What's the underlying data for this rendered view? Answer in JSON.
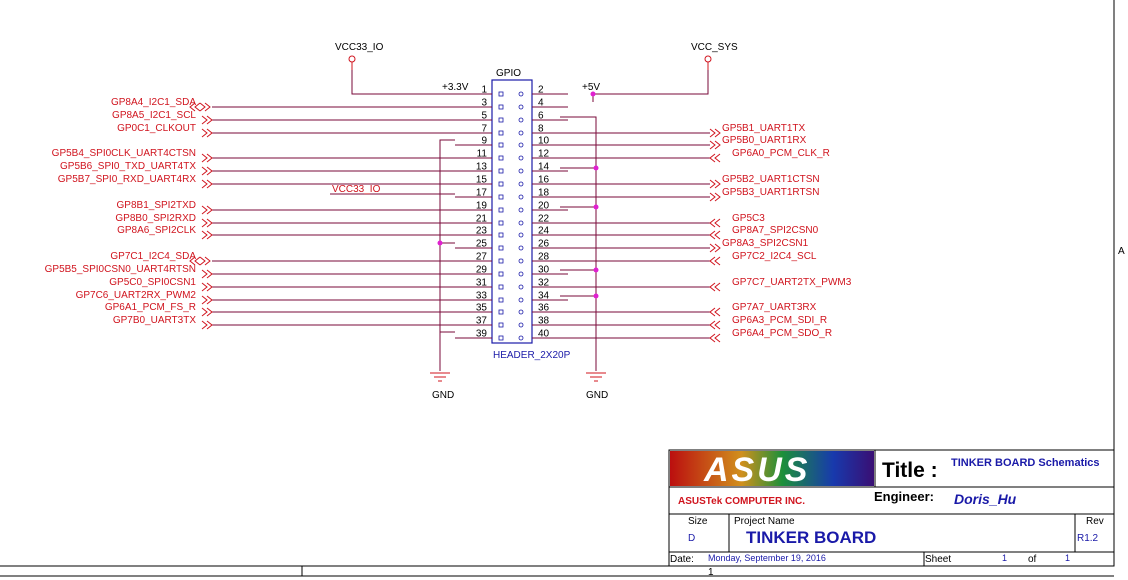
{
  "colors": {
    "wire": "#7a0a3a",
    "net_label": "#d0141e",
    "junction": "#e020d0",
    "border": "#000000",
    "title_blue": "#1a1aa8",
    "logo_bg": "#000000"
  },
  "component": {
    "name": "GPIO",
    "footprint": "HEADER_2X20P"
  },
  "power": {
    "vcc_io": "VCC33_IO",
    "vcc_sys": "VCC_SYS",
    "left_rail": "+3.3V",
    "right_rail": "+5V",
    "gnd_left": "GND",
    "gnd_right": "GND",
    "pin17_label": "VCC33_IO"
  },
  "left_pins": [
    {
      "pin": "1",
      "net": "",
      "conn": "vcc"
    },
    {
      "pin": "3",
      "net": "GP8A4_I2C1_SDA",
      "conn": "bidir"
    },
    {
      "pin": "5",
      "net": "GP8A5_I2C1_SCL",
      "conn": "in"
    },
    {
      "pin": "7",
      "net": "GP0C1_CLKOUT",
      "conn": "in"
    },
    {
      "pin": "9",
      "net": "",
      "conn": "gnd"
    },
    {
      "pin": "11",
      "net": "GP5B4_SPI0CLK_UART4CTSN",
      "conn": "in"
    },
    {
      "pin": "13",
      "net": "GP5B6_SPI0_TXD_UART4TX",
      "conn": "in"
    },
    {
      "pin": "15",
      "net": "GP5B7_SPI0_RXD_UART4RX",
      "conn": "in"
    },
    {
      "pin": "17",
      "net": "",
      "conn": "label"
    },
    {
      "pin": "19",
      "net": "GP8B1_SPI2TXD",
      "conn": "in"
    },
    {
      "pin": "21",
      "net": "GP8B0_SPI2RXD",
      "conn": "in"
    },
    {
      "pin": "23",
      "net": "GP8A6_SPI2CLK",
      "conn": "in"
    },
    {
      "pin": "25",
      "net": "",
      "conn": "gnd"
    },
    {
      "pin": "27",
      "net": "GP7C1_I2C4_SDA",
      "conn": "bidir"
    },
    {
      "pin": "29",
      "net": "GP5B5_SPI0CSN0_UART4RTSN",
      "conn": "in"
    },
    {
      "pin": "31",
      "net": "GP5C0_SPI0CSN1",
      "conn": "in"
    },
    {
      "pin": "33",
      "net": "GP7C6_UART2RX_PWM2",
      "conn": "in"
    },
    {
      "pin": "35",
      "net": "GP6A1_PCM_FS_R",
      "conn": "in"
    },
    {
      "pin": "37",
      "net": "GP7B0_UART3TX",
      "conn": "in"
    },
    {
      "pin": "39",
      "net": "",
      "conn": "gnd"
    }
  ],
  "right_pins": [
    {
      "pin": "2",
      "net": "",
      "conn": "vcc"
    },
    {
      "pin": "4",
      "net": "",
      "conn": "vcc"
    },
    {
      "pin": "6",
      "net": "",
      "conn": "gnd"
    },
    {
      "pin": "8",
      "net": "GP5B1_UART1TX",
      "conn": "out"
    },
    {
      "pin": "10",
      "net": "GP5B0_UART1RX",
      "conn": "out"
    },
    {
      "pin": "12",
      "net": "GP6A0_PCM_CLK_R",
      "conn": "in"
    },
    {
      "pin": "14",
      "net": "",
      "conn": "gnd"
    },
    {
      "pin": "16",
      "net": "GP5B2_UART1CTSN",
      "conn": "out"
    },
    {
      "pin": "18",
      "net": "GP5B3_UART1RTSN",
      "conn": "out"
    },
    {
      "pin": "20",
      "net": "",
      "conn": "gnd"
    },
    {
      "pin": "22",
      "net": "GP5C3",
      "conn": "in"
    },
    {
      "pin": "24",
      "net": "GP8A7_SPI2CSN0",
      "conn": "in"
    },
    {
      "pin": "26",
      "net": "GP8A3_SPI2CSN1",
      "conn": "out"
    },
    {
      "pin": "28",
      "net": "GP7C2_I2C4_SCL",
      "conn": "in"
    },
    {
      "pin": "30",
      "net": "",
      "conn": "gnd"
    },
    {
      "pin": "32",
      "net": "GP7C7_UART2TX_PWM3",
      "conn": "in"
    },
    {
      "pin": "34",
      "net": "",
      "conn": "gnd"
    },
    {
      "pin": "36",
      "net": "GP7A7_UART3RX",
      "conn": "in"
    },
    {
      "pin": "38",
      "net": "GP6A3_PCM_SDI_R",
      "conn": "in"
    },
    {
      "pin": "40",
      "net": "GP6A4_PCM_SDO_R",
      "conn": "in"
    }
  ],
  "border": {
    "zone_letter": "A",
    "column_number": "1"
  },
  "title_block": {
    "logo_text": "ASUS",
    "title_label": "Title :",
    "title_value": "TINKER BOARD Schematics",
    "company": "ASUSTek COMPUTER INC.",
    "engineer_label": "Engineer:",
    "engineer_value": "Doris_Hu",
    "size_label": "Size",
    "size_value": "D",
    "project_label": "Project Name",
    "project_value": "TINKER BOARD",
    "rev_label": "Rev",
    "rev_value": "R1.2",
    "date_label": "Date:",
    "date_value": "Monday, September 19, 2016",
    "sheet_label": "Sheet",
    "sheet_number": "1",
    "of_label": "of",
    "sheet_total": "1"
  }
}
